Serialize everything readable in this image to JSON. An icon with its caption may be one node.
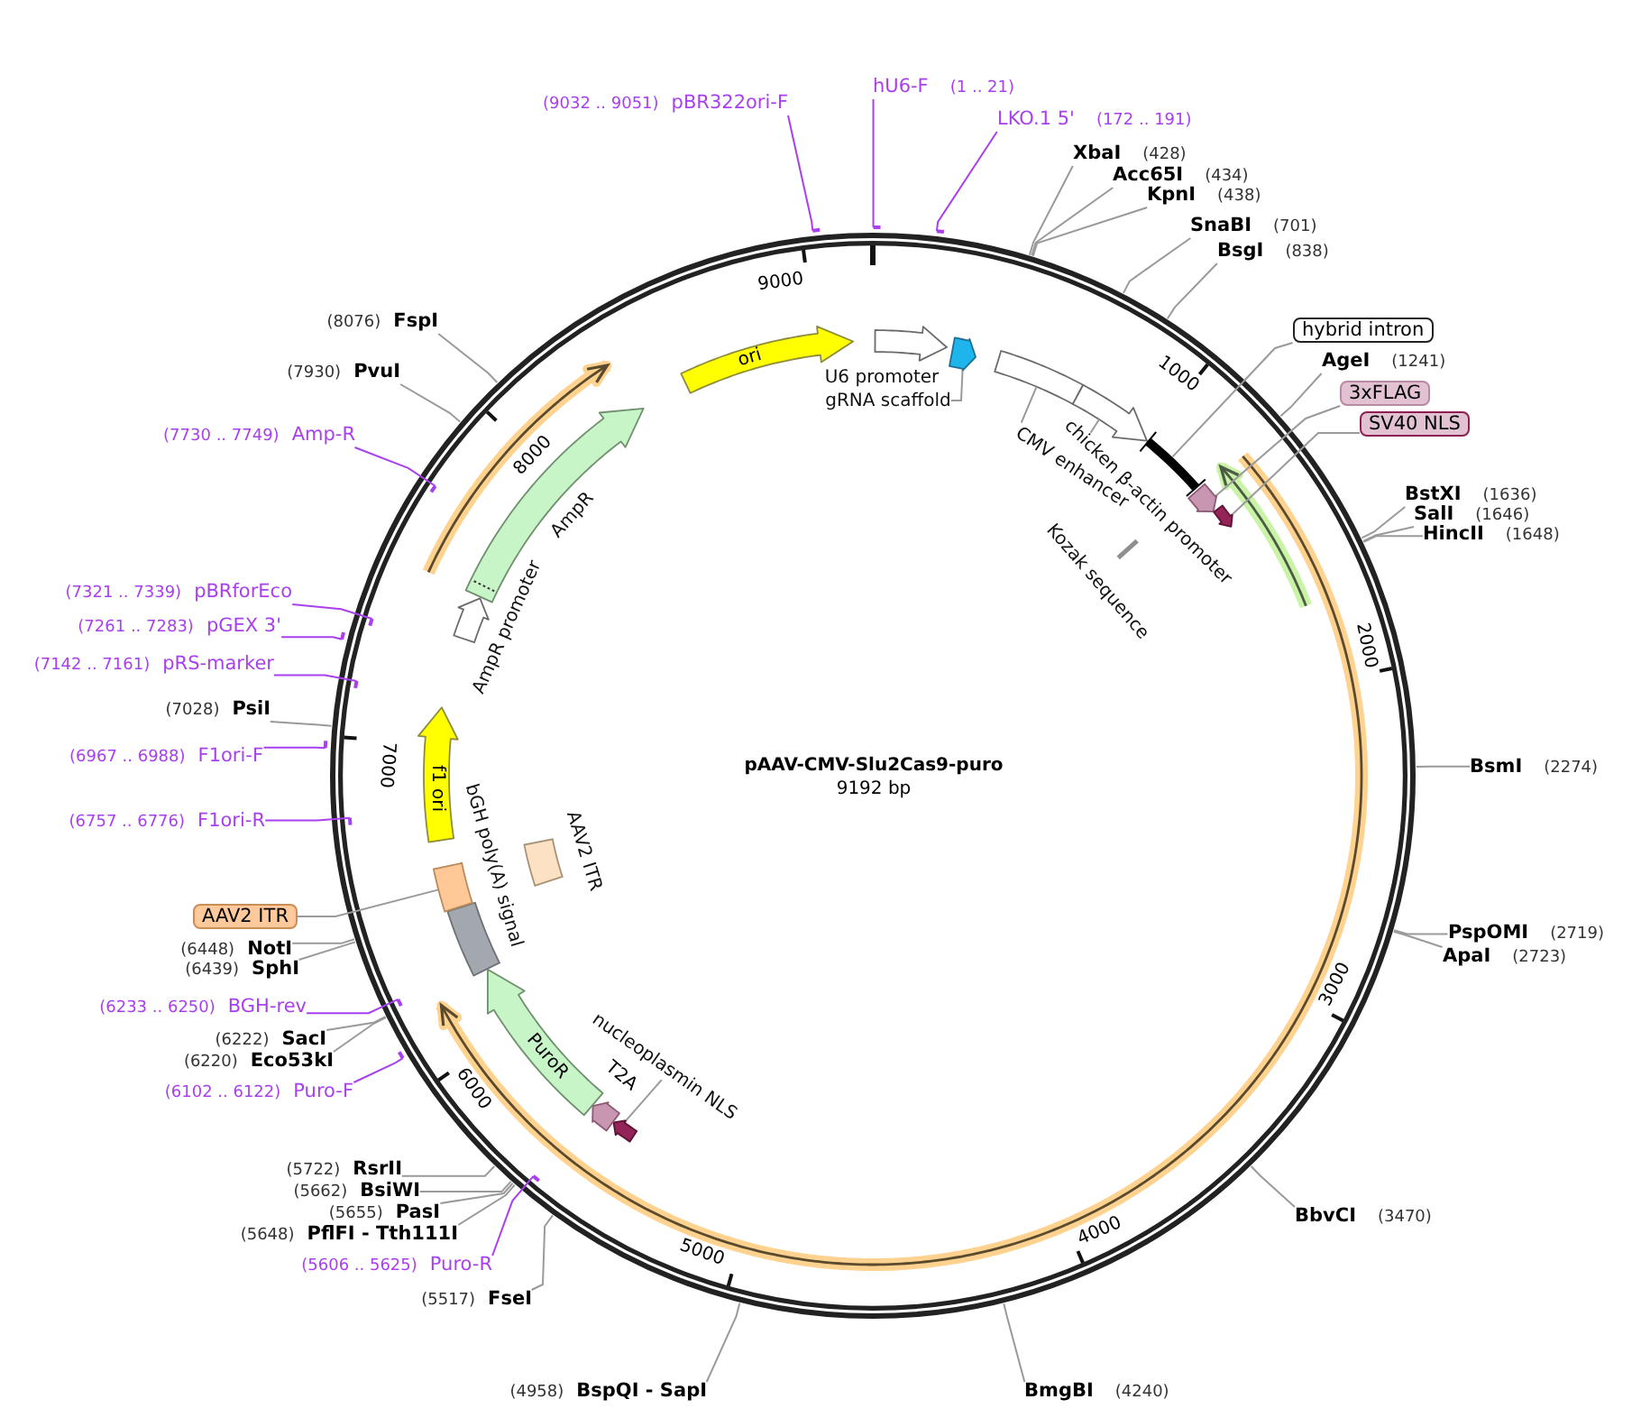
{
  "diagram": {
    "title": "pAAV-CMV-Slu2Cas9-puro",
    "nodes": [
      {
        "text": [
          "(9032 .. 9051)",
          "pBR322ori-F"
        ]
      },
      {
        "text": [
          "hU6-F",
          "(1 .. 21)"
        ]
      },
      {
        "text": [
          "LKO.1 5'",
          "(172 .. 191)"
        ]
      },
      {
        "text": [
          "XbaI",
          "(428)"
        ]
      },
      {
        "text": [
          "Acc65I",
          "(434)"
        ]
      },
      {
        "text": [
          "KpnI",
          "(438)"
        ]
      },
      {
        "text": [
          "SnaBI",
          "(701)"
        ]
      },
      {
        "text": [
          "BsgI",
          "(838)"
        ]
      },
      {
        "text": [
          "hybrid intron"
        ]
      },
      {
        "text": [
          "AgeI",
          "(1241)"
        ]
      },
      {
        "text": [
          "3xFLAG"
        ]
      },
      {
        "text": [
          "SV40 NLS"
        ]
      },
      {
        "text": [
          "BstXI",
          "(1636)"
        ]
      },
      {
        "text": [
          "SalI",
          "(1646)"
        ]
      },
      {
        "text": [
          "HincII",
          "(1648)"
        ]
      },
      {
        "text": [
          "BsmI",
          "(2274)"
        ]
      },
      {
        "text": [
          "PspOMI",
          "(2719)"
        ]
      },
      {
        "text": [
          "ApaI",
          "(2723)"
        ]
      },
      {
        "text": [
          "BbvCI",
          "(3470)"
        ]
      },
      {
        "text": [
          "BmgBI",
          "(4240)"
        ]
      },
      {
        "text": [
          "(4958)",
          "BspQI - SapI"
        ]
      },
      {
        "text": [
          "(5517)",
          "FseI"
        ]
      },
      {
        "text": [
          "(5606 .. 5625)",
          "Puro-R"
        ]
      },
      {
        "text": [
          "(5648)",
          "PflFI - Tth111I"
        ]
      },
      {
        "text": [
          "(5655)",
          "PasI"
        ]
      },
      {
        "text": [
          "(5662)",
          "BsiWI"
        ]
      },
      {
        "text": [
          "(5722)",
          "RsrII"
        ]
      },
      {
        "text": [
          "(6102 .. 6122)",
          "Puro-F"
        ]
      },
      {
        "text": [
          "(6220)",
          "Eco53kI"
        ]
      },
      {
        "text": [
          "(6222)",
          "SacI"
        ]
      },
      {
        "text": [
          "(6233 .. 6250)",
          "BGH-rev"
        ]
      },
      {
        "text": [
          "(6439)",
          "SphI"
        ]
      },
      {
        "text": [
          "(6448)",
          "NotI"
        ]
      },
      {
        "text": [
          "AAV2 ITR"
        ]
      },
      {
        "text": [
          "(6757 .. 6776)",
          "F1ori-R"
        ]
      },
      {
        "text": [
          "(6967 .. 6988)",
          "F1ori-F"
        ]
      },
      {
        "text": [
          "(7028)",
          "PsiI"
        ]
      },
      {
        "text": [
          "(7142 .. 7161)",
          "pRS-marker"
        ]
      },
      {
        "text": [
          "(7261 .. 7283)",
          "pGEX 3'"
        ]
      },
      {
        "text": [
          "(7321 .. 7339)",
          "pBRforEco"
        ]
      },
      {
        "text": [
          "(7730 .. 7749)",
          "Amp-R"
        ]
      },
      {
        "text": [
          "(7930)",
          "PvuI"
        ]
      },
      {
        "text": [
          "(8076)",
          "FspI"
        ]
      },
      {
        "text": [],
        "shape": "arrow",
        "beside": [
          "U6 promoter"
        ]
      },
      {
        "text": [],
        "shape": "arrow"
      },
      {
        "text": [
          "gRNA scaffold"
        ]
      },
      {
        "text": [],
        "shape": "box"
      },
      {
        "text": [],
        "shape": "arrow"
      },
      {
        "text": [
          "CMV enhancer"
        ]
      },
      {
        "text": [
          "chicken β-actin promoter"
        ]
      },
      {
        "text": [],
        "shape": "bar"
      },
      {
        "text": [],
        "shape": "arrow"
      },
      {
        "text": [],
        "shape": "arrow"
      },
      {
        "text": [],
        "shape": "bar",
        "beside": [
          "Kozak sequence"
        ]
      },
      {
        "text": [],
        "shape": "arrow"
      },
      {
        "text": [
          "T2A"
        ]
      },
      {
        "text": [
          "nucleoplasmin NLS"
        ]
      },
      {
        "text": [
          "PuroR"
        ]
      },
      {
        "text": [],
        "shape": "box",
        "beside": [
          "bGH poly(A) signal"
        ]
      },
      {
        "text": [],
        "shape": "box"
      },
      {
        "text": [],
        "shape": "box",
        "beside": [
          "AAV2 ITR"
        ]
      },
      {
        "text": [
          "f1 ori"
        ]
      },
      {
        "text": [],
        "shape": "arrow",
        "beside": [
          "AmpR promoter"
        ]
      },
      {
        "text": [],
        "shape": "arrow",
        "beside": [
          "AmpR"
        ]
      },
      {
        "text": [
          "ori"
        ]
      }
    ],
    "edges": [
      {
        "from": 0,
        "to": null,
        "arrow": "other",
        "color": "#a940f0"
      },
      {
        "from": 1,
        "to": null,
        "arrow": "other",
        "color": "#a940f0"
      },
      {
        "from": 2,
        "to": null,
        "arrow": "other",
        "color": "#a940f0"
      },
      {
        "from": 3,
        "to": null,
        "arrow": "none"
      },
      {
        "from": 4,
        "to": null,
        "arrow": "none"
      },
      {
        "from": 5,
        "to": null,
        "arrow": "none"
      },
      {
        "from": 6,
        "to": null,
        "arrow": "none"
      },
      {
        "from": 7,
        "to": null,
        "arrow": "none"
      },
      {
        "from": 8,
        "to": 50,
        "arrow": "none"
      },
      {
        "from": 9,
        "to": null,
        "arrow": "none"
      },
      {
        "from": 10,
        "to": 51,
        "arrow": "none"
      },
      {
        "from": 11,
        "to": 52,
        "arrow": "none"
      },
      {
        "from": 12,
        "to": null,
        "arrow": "none"
      },
      {
        "from": 13,
        "to": null,
        "arrow": "none"
      },
      {
        "from": 14,
        "to": null,
        "arrow": "none"
      },
      {
        "from": 15,
        "to": null,
        "arrow": "none"
      },
      {
        "from": 16,
        "to": null,
        "arrow": "none"
      },
      {
        "from": 17,
        "to": null,
        "arrow": "none"
      },
      {
        "from": 18,
        "to": null,
        "arrow": "none"
      },
      {
        "from": 19,
        "to": null,
        "arrow": "none"
      },
      {
        "from": 20,
        "to": null,
        "arrow": "none"
      },
      {
        "from": 21,
        "to": null,
        "arrow": "none"
      },
      {
        "from": 22,
        "to": null,
        "arrow": "other",
        "color": "#a940f0"
      },
      {
        "from": 23,
        "to": null,
        "arrow": "none"
      },
      {
        "from": 24,
        "to": null,
        "arrow": "none"
      },
      {
        "from": 25,
        "to": null,
        "arrow": "none"
      },
      {
        "from": 26,
        "to": null,
        "arrow": "none"
      },
      {
        "from": 27,
        "to": null,
        "arrow": "other",
        "color": "#a940f0"
      },
      {
        "from": 28,
        "to": null,
        "arrow": "none"
      },
      {
        "from": 29,
        "to": null,
        "arrow": "none"
      },
      {
        "from": 30,
        "to": null,
        "arrow": "other",
        "color": "#a940f0"
      },
      {
        "from": 31,
        "to": null,
        "arrow": "none"
      },
      {
        "from": 32,
        "to": null,
        "arrow": "none"
      },
      {
        "from": 33,
        "to": 59,
        "arrow": "none"
      },
      {
        "from": 34,
        "to": null,
        "arrow": "other",
        "color": "#a940f0"
      },
      {
        "from": 35,
        "to": null,
        "arrow": "other",
        "color": "#a940f0"
      },
      {
        "from": 36,
        "to": null,
        "arrow": "none"
      },
      {
        "from": 37,
        "to": null,
        "arrow": "other",
        "color": "#a940f0"
      },
      {
        "from": 38,
        "to": null,
        "arrow": "other",
        "color": "#a940f0"
      },
      {
        "from": 39,
        "to": null,
        "arrow": "other",
        "color": "#a940f0"
      },
      {
        "from": 40,
        "to": null,
        "arrow": "other",
        "color": "#a940f0"
      },
      {
        "from": 41,
        "to": null,
        "arrow": "none"
      },
      {
        "from": 42,
        "to": null,
        "arrow": "none"
      },
      {
        "from": 45,
        "to": 44,
        "arrow": "none"
      },
      {
        "from": 48,
        "to": 46,
        "arrow": "none"
      },
      {
        "from": 49,
        "to": 47,
        "arrow": "none"
      },
      {
        "from": 56,
        "to": 54,
        "arrow": "none"
      }
    ],
    "labels": [
      "9192 bp",
      "1000",
      "2000",
      "3000",
      "4000",
      "5000",
      "6000",
      "7000",
      "8000",
      "9000"
    ]
  }
}
